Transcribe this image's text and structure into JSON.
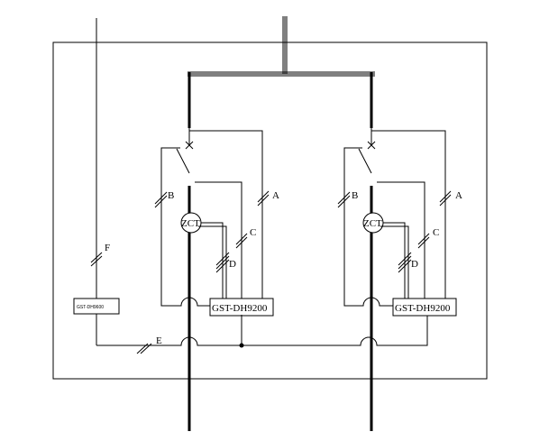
{
  "labels": {
    "A": "A",
    "B": "B",
    "C": "C",
    "D": "D",
    "E": "E",
    "F": "F",
    "zct": "ZCT",
    "module": "GST-DH9200",
    "controller": "GST-DH9600"
  }
}
